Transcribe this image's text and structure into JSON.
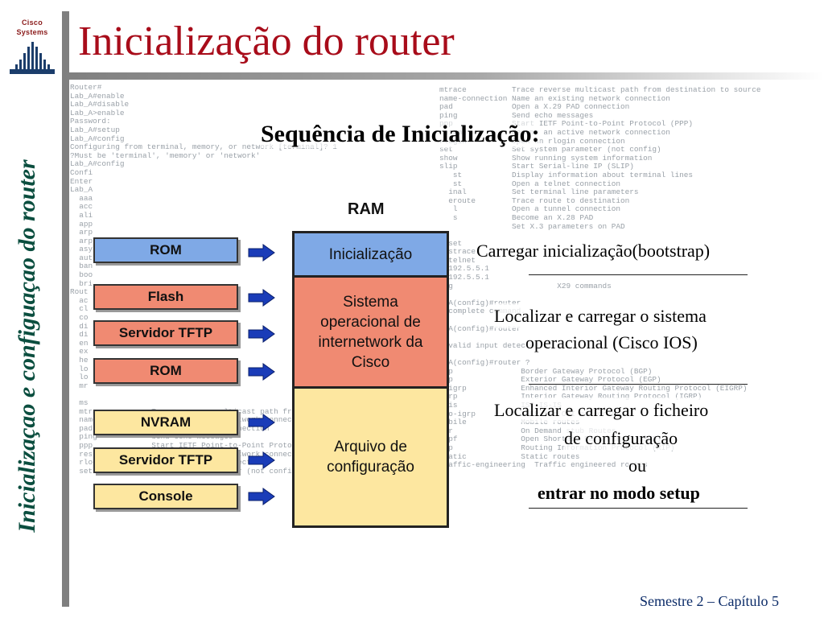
{
  "logo": {
    "text": "Cisco Systems"
  },
  "title": "Inicialização do router",
  "side_title": "Inicializaçao e configuaçao do router",
  "subtitle": "Sequência de Inicialização:",
  "ram": {
    "label": "RAM",
    "segments": {
      "init": "Inicialização",
      "ios": "Sistema operacional de internetwork da Cisco",
      "config": "Arquivo de configuração"
    }
  },
  "sources": {
    "rom1": "ROM",
    "flash": "Flash",
    "tftp1": "Servidor TFTP",
    "rom2": "ROM",
    "nvram": "NVRAM",
    "tftp2": "Servidor TFTP",
    "console": "Console"
  },
  "steps": {
    "step1": "Carregar inicialização(bootstrap)",
    "step2_line1": "Localizar e carregar o sistema",
    "step2_line2": "operacional (Cisco IOS)",
    "step3_line1": "Localizar e carregar o ficheiro",
    "step3_line2": "de configuração",
    "or": "ou",
    "step4": "entrar no modo setup"
  },
  "background_terminal": {
    "left": "Router#\nLab_A#enable\nLab_A#disable\nLab_A>enable\nPassword:\nLab_A#setup\nLab_A#config\nConfiguring from terminal, memory, or network [terminal]? 1\n?Must be 'terminal', 'memory' or 'network'\nLab_A#config\nConfi\nEnter\nLab_A\n  aaa\n  acc\n  ali\n  app\n  arp\n  arp\n  asy\n  aut\n  ban\n  boo\n  bri\nRout\n  ac\n  cl\n  co\n  di\n  di\n  en\n  ex\n  he\n  lo\n  lo\n  mr\n\n  ms\n  mtrace          Trace reverse multicast path from destination to source\n  name-connection Name an existing network connection\n  pad             Open a X.29 PAD connection\n  ping            Send echo messages\n  ppp             Start IETF Point-to-Point Protocol (PPP)\n  resume          Resume an active network connection\n  rlogin          Open an rlogin connection\n  set             Set system parameter (not config)",
    "right": "mtrace          Trace reverse multicast path from destination to source\nname-connection Name an existing network connection\npad             Open a X.29 PAD connection\nping            Send echo messages\nppp             Start IETF Point-to-Point Protocol (PPP)\nresume          Resume an active network connection\nrlogin          Open an rlogin connection\nset             Set system parameter (not config)\nshow            Show running system information\nslip            Start Serial-line IP (SLIP)\n   st           Display information about terminal lines\n   st           Open a telnet connection\n  inal          Set terminal line parameters\n  eroute        Trace route to destination\n   l            Open a tunnel connection\n   s            Become an X.28 PAD\n                Set X.3 parameters on PAD\n\n  set\n  strace\n  telnet\n  192.5.5.1\n  192.5.5.1\n  g                       X29 commands\n\n  A(config)#router\n  complete command.\n\n  A(config)#router\n\n  valid input detected at\n\n  A(config)#router ?\n  p               Border Gateway Protocol (BGP)\n  p               Exterior Gateway Protocol (EGP)\n  igrp            Enhanced Interior Gateway Routing Protocol (EIGRP)\n  rp              Interior Gateway Routing Protocol (IGRP)\n  is              ISO IS-IS\niso-igrp          IGRP for OSI networks\nmobile            Mobile routes\nodr               On Demand stub Routes\nospf              Open Shortest Path First (OSPF)\nrip               Routing Information Protocol (RIP)\nstatic            Static routes\ntraffic-engineering  Traffic engineered routes"
  },
  "footer": "Semestre 2 – Capítulo 5",
  "colors": {
    "title": "#a80c1a",
    "side_title": "#0b4e3f",
    "ram_init": "#7fa9e6",
    "ram_ios": "#f08a72",
    "ram_config": "#fde7a0",
    "arrow": "#1a3cb8",
    "footer": "#0b2b68"
  }
}
